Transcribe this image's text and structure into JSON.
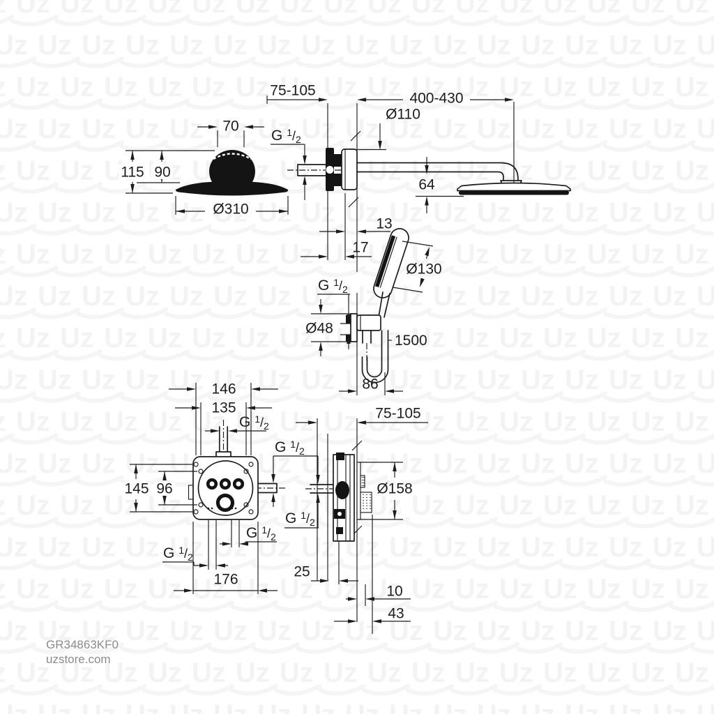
{
  "watermark": {
    "text": "Uz",
    "color": "#f3f3f3"
  },
  "footer": {
    "product_code": "GR34863KF0",
    "website": "uzstore.com"
  },
  "thread": {
    "g": "G",
    "sup": "1",
    "slash": "/",
    "sub": "2"
  },
  "views": {
    "head_shower_front": {
      "title": "head shower front profile",
      "dims": {
        "top_width": "70",
        "height_total": "115",
        "height_upper": "90",
        "diameter": "Ø310"
      }
    },
    "head_shower_side": {
      "title": "head shower arm side view",
      "dims": {
        "wall_depth": "75-105",
        "arm_reach": "400-430",
        "escutcheon_diameter": "Ø110",
        "head_drop": "64",
        "offset_small": "13",
        "offset_large": "17"
      }
    },
    "hand_shower": {
      "title": "hand shower with wall holder",
      "dims": {
        "head_diameter": "Ø130",
        "escutcheon_diameter": "Ø48",
        "hose_length": "1500",
        "holder_offset": "86"
      }
    },
    "valve_front": {
      "title": "concealed valve front view",
      "dims": {
        "width_outer": "146",
        "width_inner": "135",
        "height_outer": "145",
        "height_inner": "96",
        "body_width": "176"
      }
    },
    "valve_side": {
      "title": "concealed valve side view",
      "dims": {
        "wall_depth": "75-105",
        "trim_diameter": "Ø158",
        "depth_min": "25",
        "plate_offset": "10",
        "knob_projection": "43"
      }
    }
  }
}
